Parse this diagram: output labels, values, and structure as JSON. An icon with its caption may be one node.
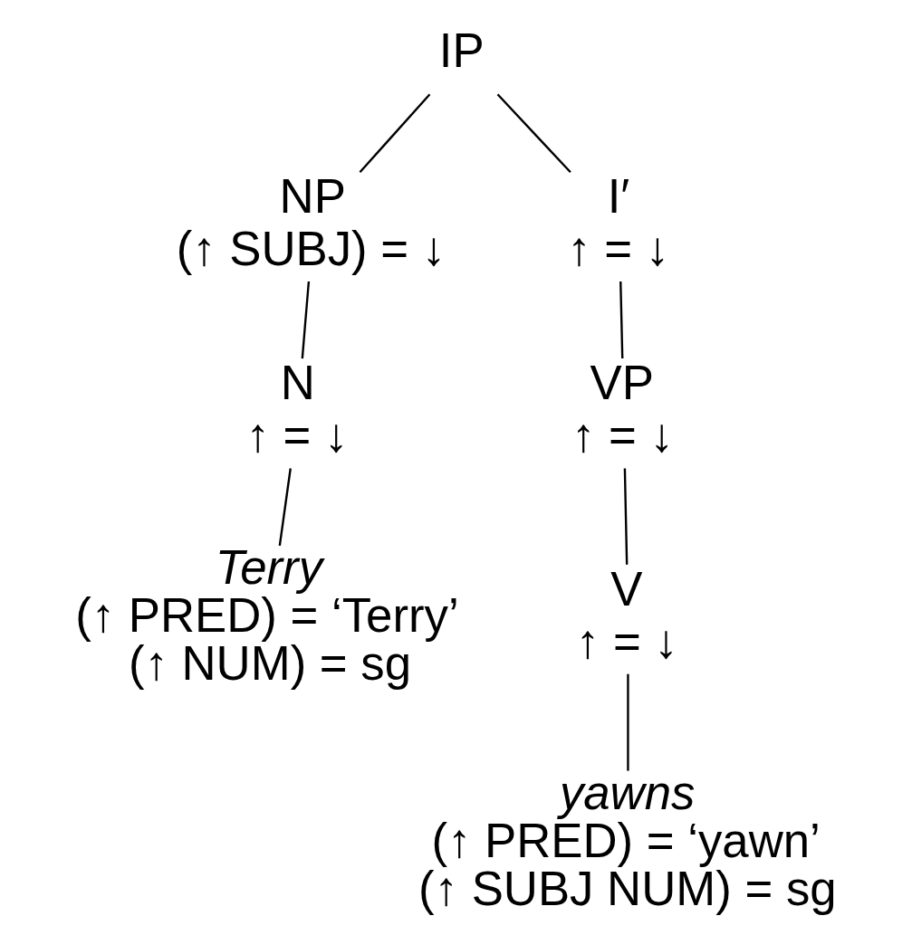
{
  "diagram": {
    "nodes": [
      {
        "text": [
          "IP"
        ]
      },
      {
        "text": [
          "NP",
          "(↑ SUBJ) = ↓"
        ]
      },
      {
        "text": [
          "I′",
          "↑ = ↓"
        ]
      },
      {
        "text": [
          "N",
          "↑ = ↓"
        ]
      },
      {
        "text": [
          "VP",
          "↑ = ↓"
        ]
      },
      {
        "text": [
          "Terry",
          "(↑ PRED) = ‘Terry’",
          "(↑ NUM) = sg"
        ]
      },
      {
        "text": [
          "V",
          "↑ = ↓"
        ]
      },
      {
        "text": [
          "yawns",
          "(↑ PRED) = ‘yawn’",
          "(↑ SUBJ NUM) = sg"
        ]
      }
    ],
    "edges": [
      {
        "from": 0,
        "to": 1,
        "arrow": "none"
      },
      {
        "from": 0,
        "to": 2,
        "arrow": "none"
      },
      {
        "from": 1,
        "to": 3,
        "arrow": "none"
      },
      {
        "from": 2,
        "to": 4,
        "arrow": "none"
      },
      {
        "from": 3,
        "to": 5,
        "arrow": "none"
      },
      {
        "from": 4,
        "to": 6,
        "arrow": "none"
      },
      {
        "from": 6,
        "to": 7,
        "arrow": "none"
      }
    ]
  }
}
